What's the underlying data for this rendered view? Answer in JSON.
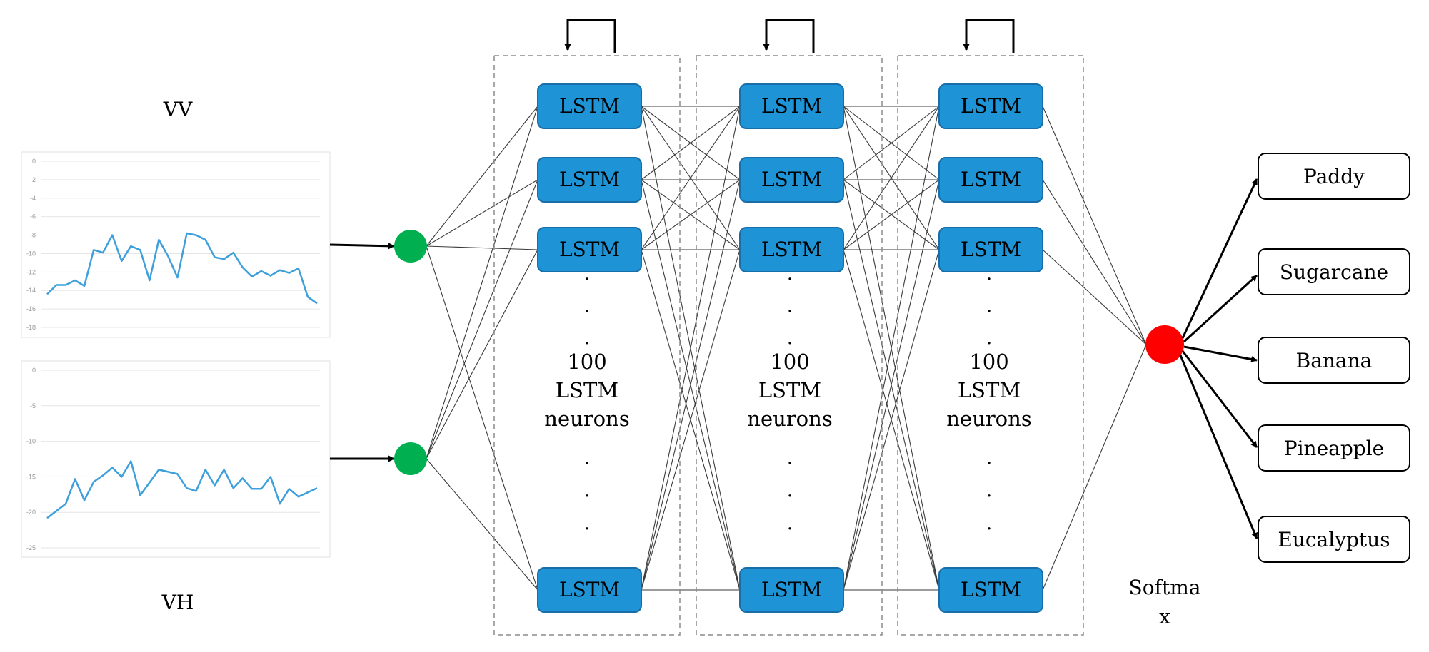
{
  "inputs": {
    "vv": {
      "label": "VV",
      "ticks": [
        "0",
        "-2",
        "-4",
        "-6",
        "-8",
        "-10",
        "-12",
        "-14",
        "-16",
        "-18"
      ],
      "tick_values": [
        0,
        -2,
        -4,
        -6,
        -8,
        -10,
        -12,
        -14,
        -16,
        -18
      ],
      "ylim": [
        -18,
        0
      ],
      "values": [
        -14.4,
        -13.4,
        -13.4,
        -12.9,
        -13.5,
        -9.6,
        -9.9,
        -8.0,
        -10.8,
        -9.2,
        -9.6,
        -12.9,
        -8.5,
        -10.3,
        -12.6,
        -7.8,
        -8.0,
        -8.5,
        -10.4,
        -10.6,
        -9.9,
        -11.5,
        -12.5,
        -11.9,
        -12.4,
        -11.8,
        -12.1,
        -11.6,
        -14.7,
        -15.4
      ],
      "line_color": "#3d9fdc"
    },
    "vh": {
      "label": "VH",
      "ticks": [
        "0",
        "-5",
        "-10",
        "-15",
        "-20",
        "-25"
      ],
      "tick_values": [
        0,
        -5,
        -10,
        -15,
        -20,
        -25
      ],
      "ylim": [
        -25,
        0
      ],
      "values": [
        -20.8,
        -19.8,
        -18.8,
        -15.3,
        -18.3,
        -15.7,
        -14.8,
        -13.7,
        -15.0,
        -12.8,
        -17.6,
        -15.8,
        -14.0,
        -14.3,
        -14.6,
        -16.6,
        -17.0,
        -14.0,
        -16.2,
        -14.0,
        -16.6,
        -15.2,
        -16.7,
        -16.7,
        -15.0,
        -18.8,
        -16.7,
        -17.8,
        -17.2,
        -16.6
      ],
      "line_color": "#3d9fdc"
    }
  },
  "layers": [
    {
      "cells": [
        "LSTM",
        "LSTM",
        "LSTM",
        "LSTM"
      ],
      "dots": [
        ".",
        ".",
        ".",
        ".",
        ".",
        "."
      ],
      "count_lines": [
        "100",
        "LSTM",
        "neurons"
      ]
    },
    {
      "cells": [
        "LSTM",
        "LSTM",
        "LSTM",
        "LSTM"
      ],
      "dots": [
        ".",
        ".",
        ".",
        ".",
        ".",
        "."
      ],
      "count_lines": [
        "100",
        "LSTM",
        "neurons"
      ]
    },
    {
      "cells": [
        "LSTM",
        "LSTM",
        "LSTM",
        "LSTM"
      ],
      "dots": [
        ".",
        ".",
        ".",
        ".",
        ".",
        "."
      ],
      "count_lines": [
        "100",
        "LSTM",
        "neurons"
      ]
    }
  ],
  "softmax": {
    "label_lines": [
      "Softma",
      "x"
    ]
  },
  "outputs": [
    "Paddy",
    "Sugarcane",
    "Banana",
    "Pineapple",
    "Eucalyptus"
  ],
  "colors": {
    "lstm_fill": "#1e94d6",
    "lstm_stroke": "#1a6ea8",
    "input_node": "#00b050",
    "softmax_node": "#ff0000",
    "connection": "#3a3a3a",
    "layer_border": "#8c8c8c"
  }
}
